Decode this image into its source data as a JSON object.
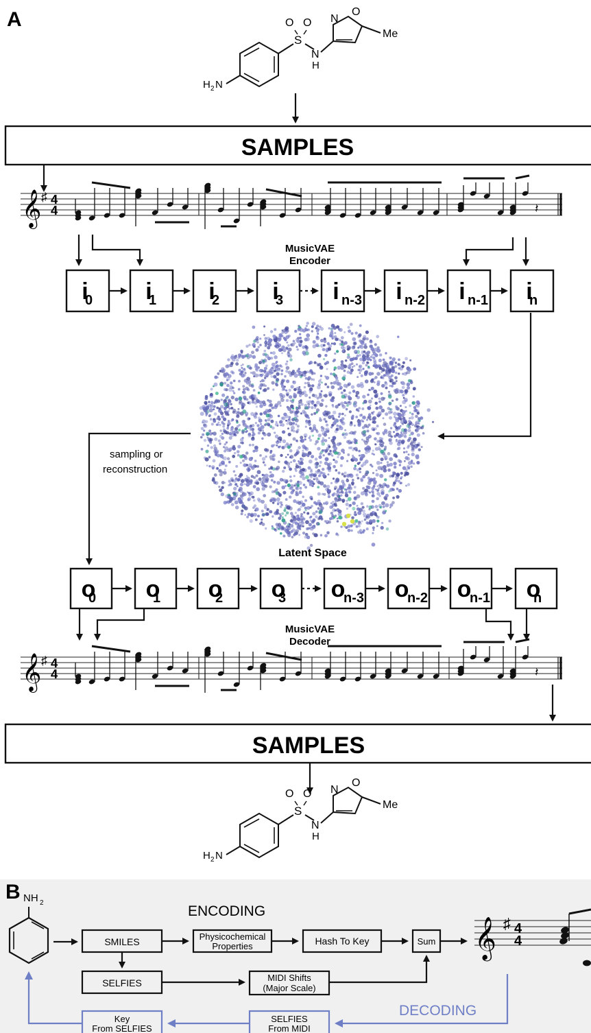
{
  "panel_a": {
    "label": "A",
    "samples_top": "SAMPLES",
    "samples_bottom": "SAMPLES",
    "encoder_label": [
      "MusicVAE",
      "Encoder"
    ],
    "decoder_label": [
      "MusicVAE",
      "Decoder"
    ],
    "latent_label": "Latent Space",
    "sampling_label": [
      "sampling or",
      "reconstruction"
    ],
    "input_nodes": [
      {
        "base": "i",
        "sub": "0"
      },
      {
        "base": "i",
        "sub": "1"
      },
      {
        "base": "i",
        "sub": "2"
      },
      {
        "base": "i",
        "sub": "3"
      },
      {
        "base": "i",
        "sub": "n-3"
      },
      {
        "base": "i",
        "sub": "n-2"
      },
      {
        "base": "i",
        "sub": "n-1"
      },
      {
        "base": "i",
        "sub": "n"
      }
    ],
    "output_nodes": [
      {
        "base": "o",
        "sub": "0"
      },
      {
        "base": "o",
        "sub": "1"
      },
      {
        "base": "o",
        "sub": "2"
      },
      {
        "base": "o",
        "sub": "3"
      },
      {
        "base": "o",
        "sub": "n-3"
      },
      {
        "base": "o",
        "sub": "n-2"
      },
      {
        "base": "o",
        "sub": "n-1"
      },
      {
        "base": "o",
        "sub": "n"
      }
    ],
    "molecule": {
      "o1": "O",
      "o2": "O",
      "s": "S",
      "n_amide": "N",
      "h_amide": "H",
      "n_ring": "N",
      "o_ring": "O",
      "methyl": "Me",
      "amine": "H",
      "amine_sub": "2",
      "amine_n": "N"
    }
  },
  "panel_b": {
    "label": "B",
    "aniline_label": "NH",
    "aniline_sub": "2",
    "encoding": "ENCODING",
    "decoding": "DECODING",
    "smiles": "SMILES",
    "physchem": [
      "Physicochemical",
      "Properties"
    ],
    "hash_to_key": "Hash To Key",
    "sum": "Sum",
    "selfies": "SELFIES",
    "midi_shifts": [
      "MIDI Shifts",
      "(Major Scale)"
    ],
    "selfies_from_midi": [
      "SELFIES",
      "From MIDI"
    ],
    "key_from_selfies": [
      "Key",
      "From SELFIES"
    ]
  },
  "colors": {
    "ink": "#111111",
    "decoding_blue": "#6f7fc6",
    "panel_b_background": "#f0f0f0",
    "latent_purple": "#5a5fae",
    "latent_teal": "#2a9a8a",
    "latent_yellow": "#d8e04a"
  }
}
